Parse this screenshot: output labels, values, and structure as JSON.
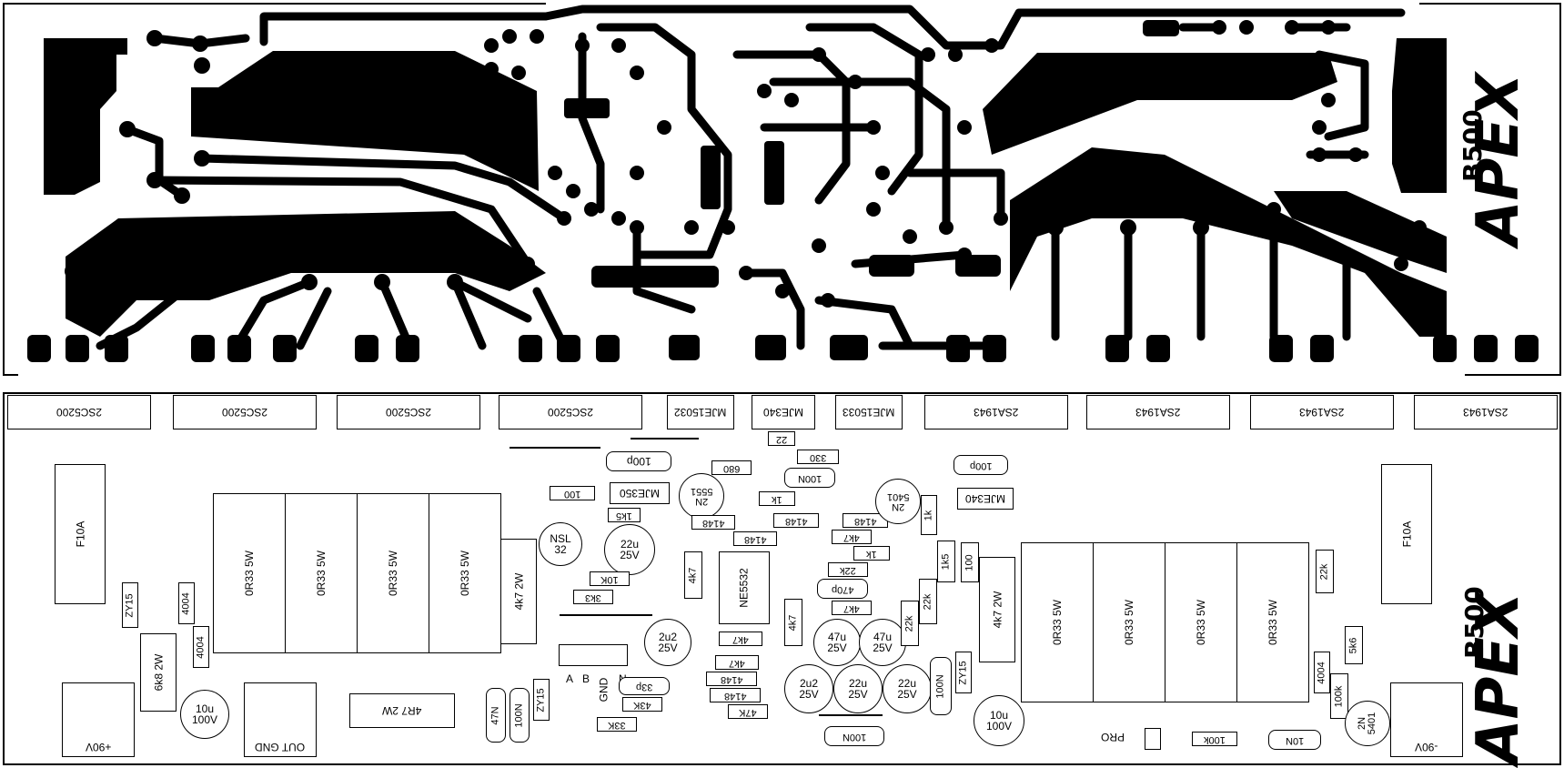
{
  "board": {
    "brand": "APEX",
    "model": "B500"
  },
  "top_transistors": [
    "2SC5200",
    "2SC5200",
    "2SC5200",
    "2SC5200",
    "MJE15032",
    "MJE340",
    "MJE15033",
    "2SA1943",
    "2SA1943",
    "2SA1943",
    "2SA1943"
  ],
  "labels": {
    "f10a_left": "F10A",
    "f10a_right": "F10A",
    "zy15_a": "ZY15",
    "zy15_b": "ZY15",
    "zy15_c": "ZY15",
    "d4004_a": "4004",
    "d4004_b": "4004",
    "d4004_c": "4004",
    "r6k8": "6k8 2W",
    "c10u_left": "10u\n100V",
    "c10u_right": "10u\n100V",
    "p90": "+90V",
    "m90": "-90V",
    "outgnd": "OUT GND",
    "r4r7": "4R7 2W",
    "r0r33": "0R33 5W",
    "r4k7_2w": "4k7 2W",
    "nsl32": "NSL\n32",
    "c22u": "22u\n25V",
    "c2u2": "2u2\n25V",
    "c47u": "47u\n25V",
    "c100p": "100p",
    "c100n": "100N",
    "c47n": "47N",
    "c33p": "33p",
    "c470p": "470p",
    "c10n": "10N",
    "r100": "100",
    "r680": "680",
    "r330": "330",
    "r22": "22",
    "r1k": "1k",
    "r1k5": "1k5",
    "r10k": "10K",
    "r3k3": "3k3",
    "r4k7": "4k7",
    "r22k": "22k",
    "r43k": "43K",
    "r33k": "33K",
    "r47k": "47K",
    "r5k6": "5k6",
    "r100k": "100k",
    "d4148": "4148",
    "mje350": "MJE350",
    "mje340": "MJE340",
    "q5551": "2N\n5551",
    "q5401": "2N\n5401",
    "ne5532": "NE5532",
    "pro": "PRO",
    "pin_a": "A",
    "pin_b": "B",
    "pin_gnd": "GND",
    "pin_n": "N"
  }
}
